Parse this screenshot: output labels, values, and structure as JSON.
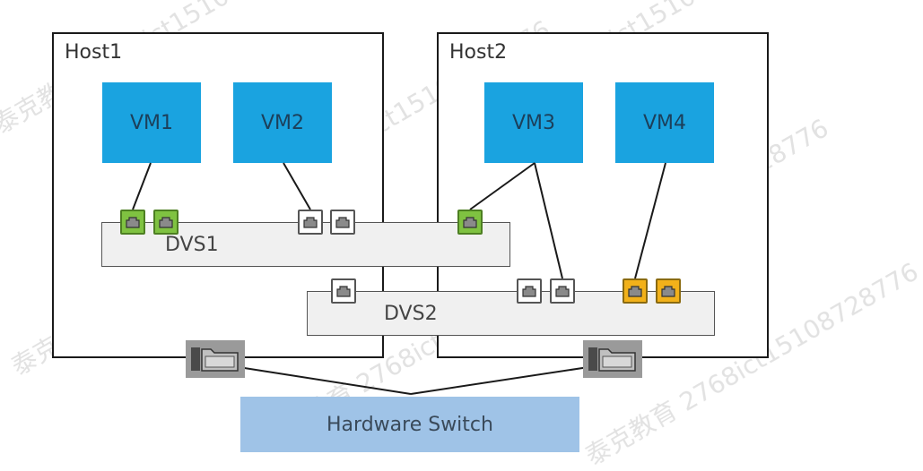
{
  "hosts": [
    {
      "label": "Host1"
    },
    {
      "label": "Host2"
    }
  ],
  "vms": [
    {
      "label": "VM1"
    },
    {
      "label": "VM2"
    },
    {
      "label": "VM3"
    },
    {
      "label": "VM4"
    }
  ],
  "dvs": [
    {
      "label": "DVS1"
    },
    {
      "label": "DVS2"
    }
  ],
  "hardware_switch": {
    "label": "Hardware Switch"
  },
  "colors": {
    "vm": "#1aa3e0",
    "port_dvs1_vm": "#7fc241",
    "port_dvs2_vm": "#f2b11a",
    "port_uplink": "#ffffff",
    "nic": "#9a9a9a",
    "hardware_switch": "#9fc3e7"
  },
  "icons": {
    "port": "port-icon",
    "nic": "nic-icon"
  },
  "watermark": "泰克教育 2768ict15108728776"
}
